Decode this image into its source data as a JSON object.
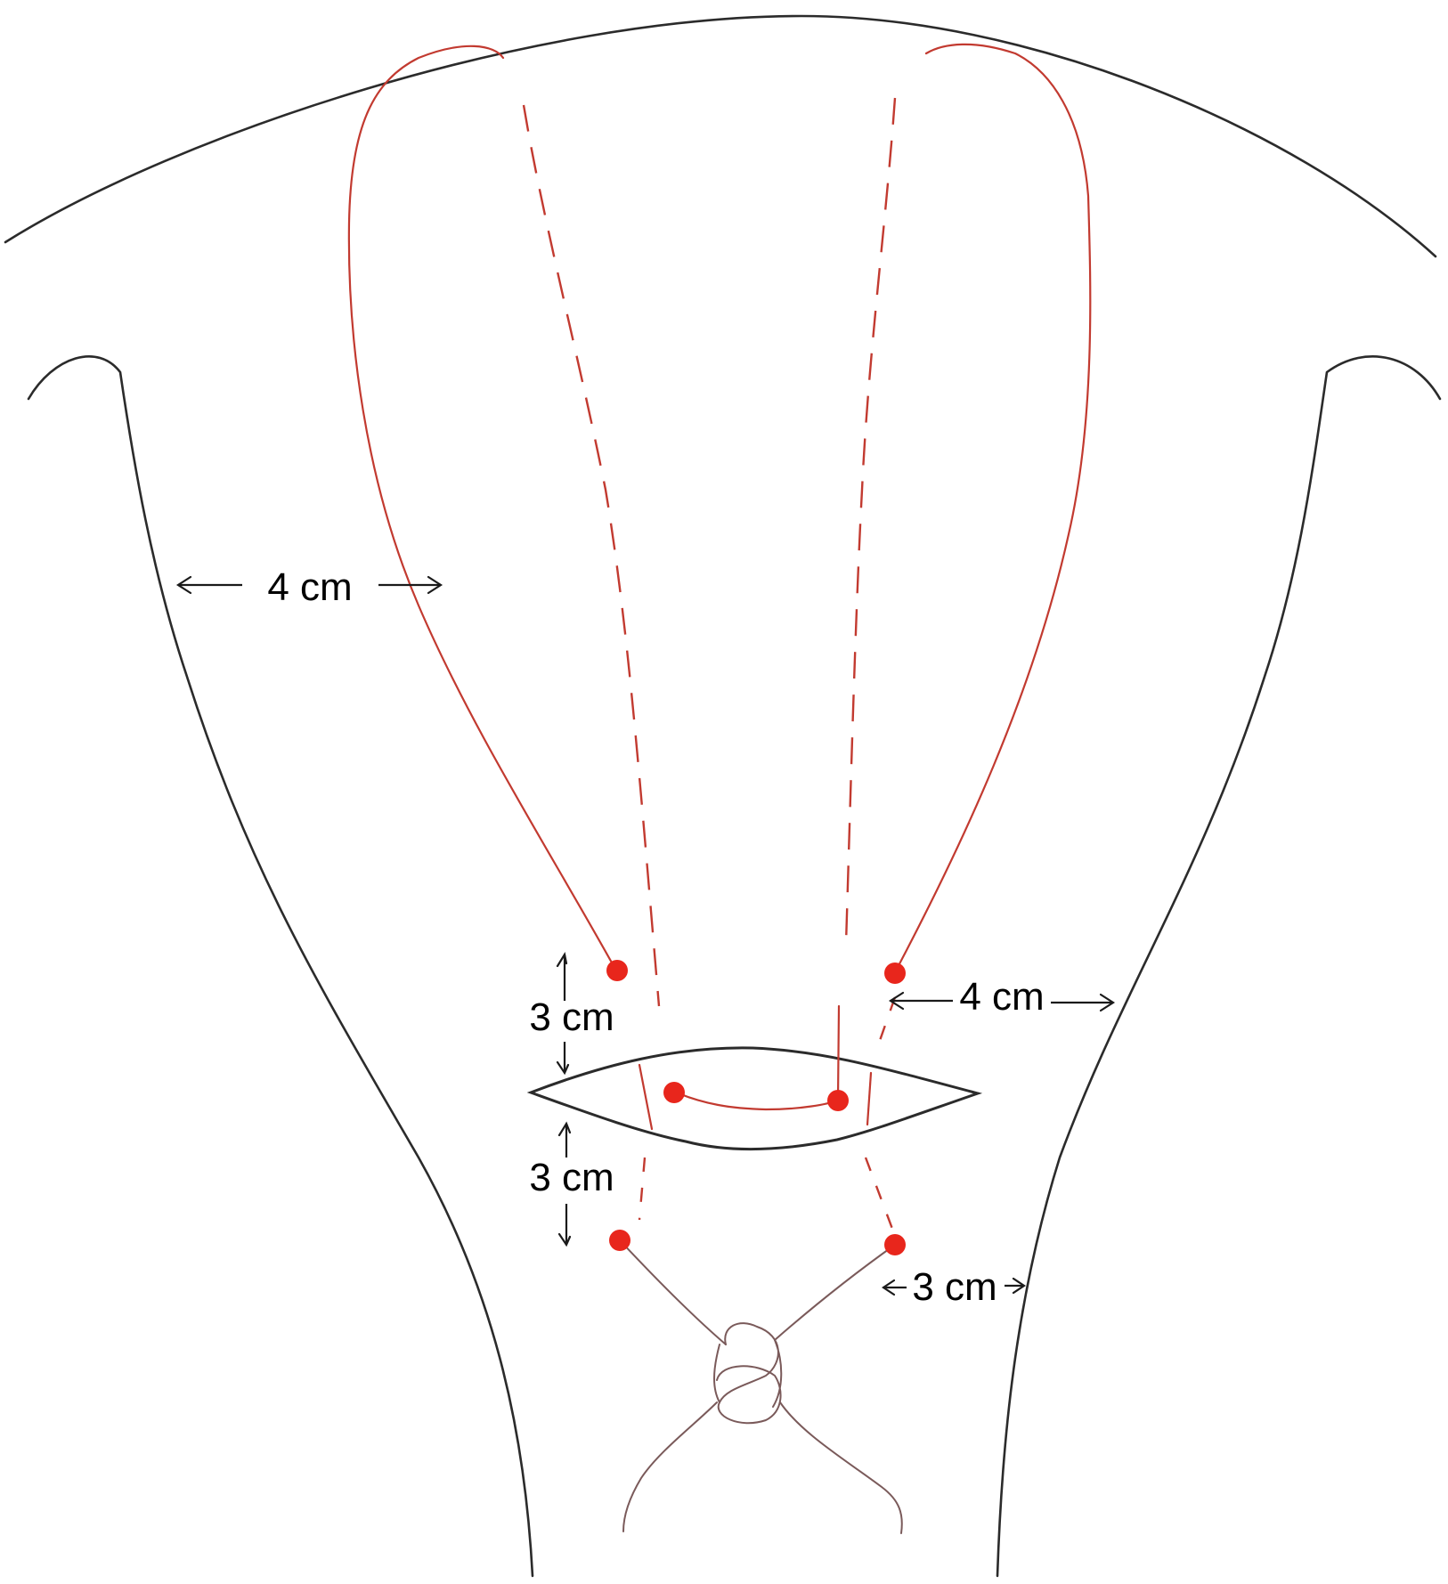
{
  "labels": {
    "upper_left_width": "4 cm",
    "right_width": "4 cm",
    "above_incision": "3 cm",
    "below_incision": "3 cm",
    "lower_right_width": "3 cm"
  },
  "colors": {
    "outline": "#2b2b2b",
    "suture": "#c23a30",
    "suture_point": "#e8261c",
    "knot": "#7a5a5a"
  }
}
